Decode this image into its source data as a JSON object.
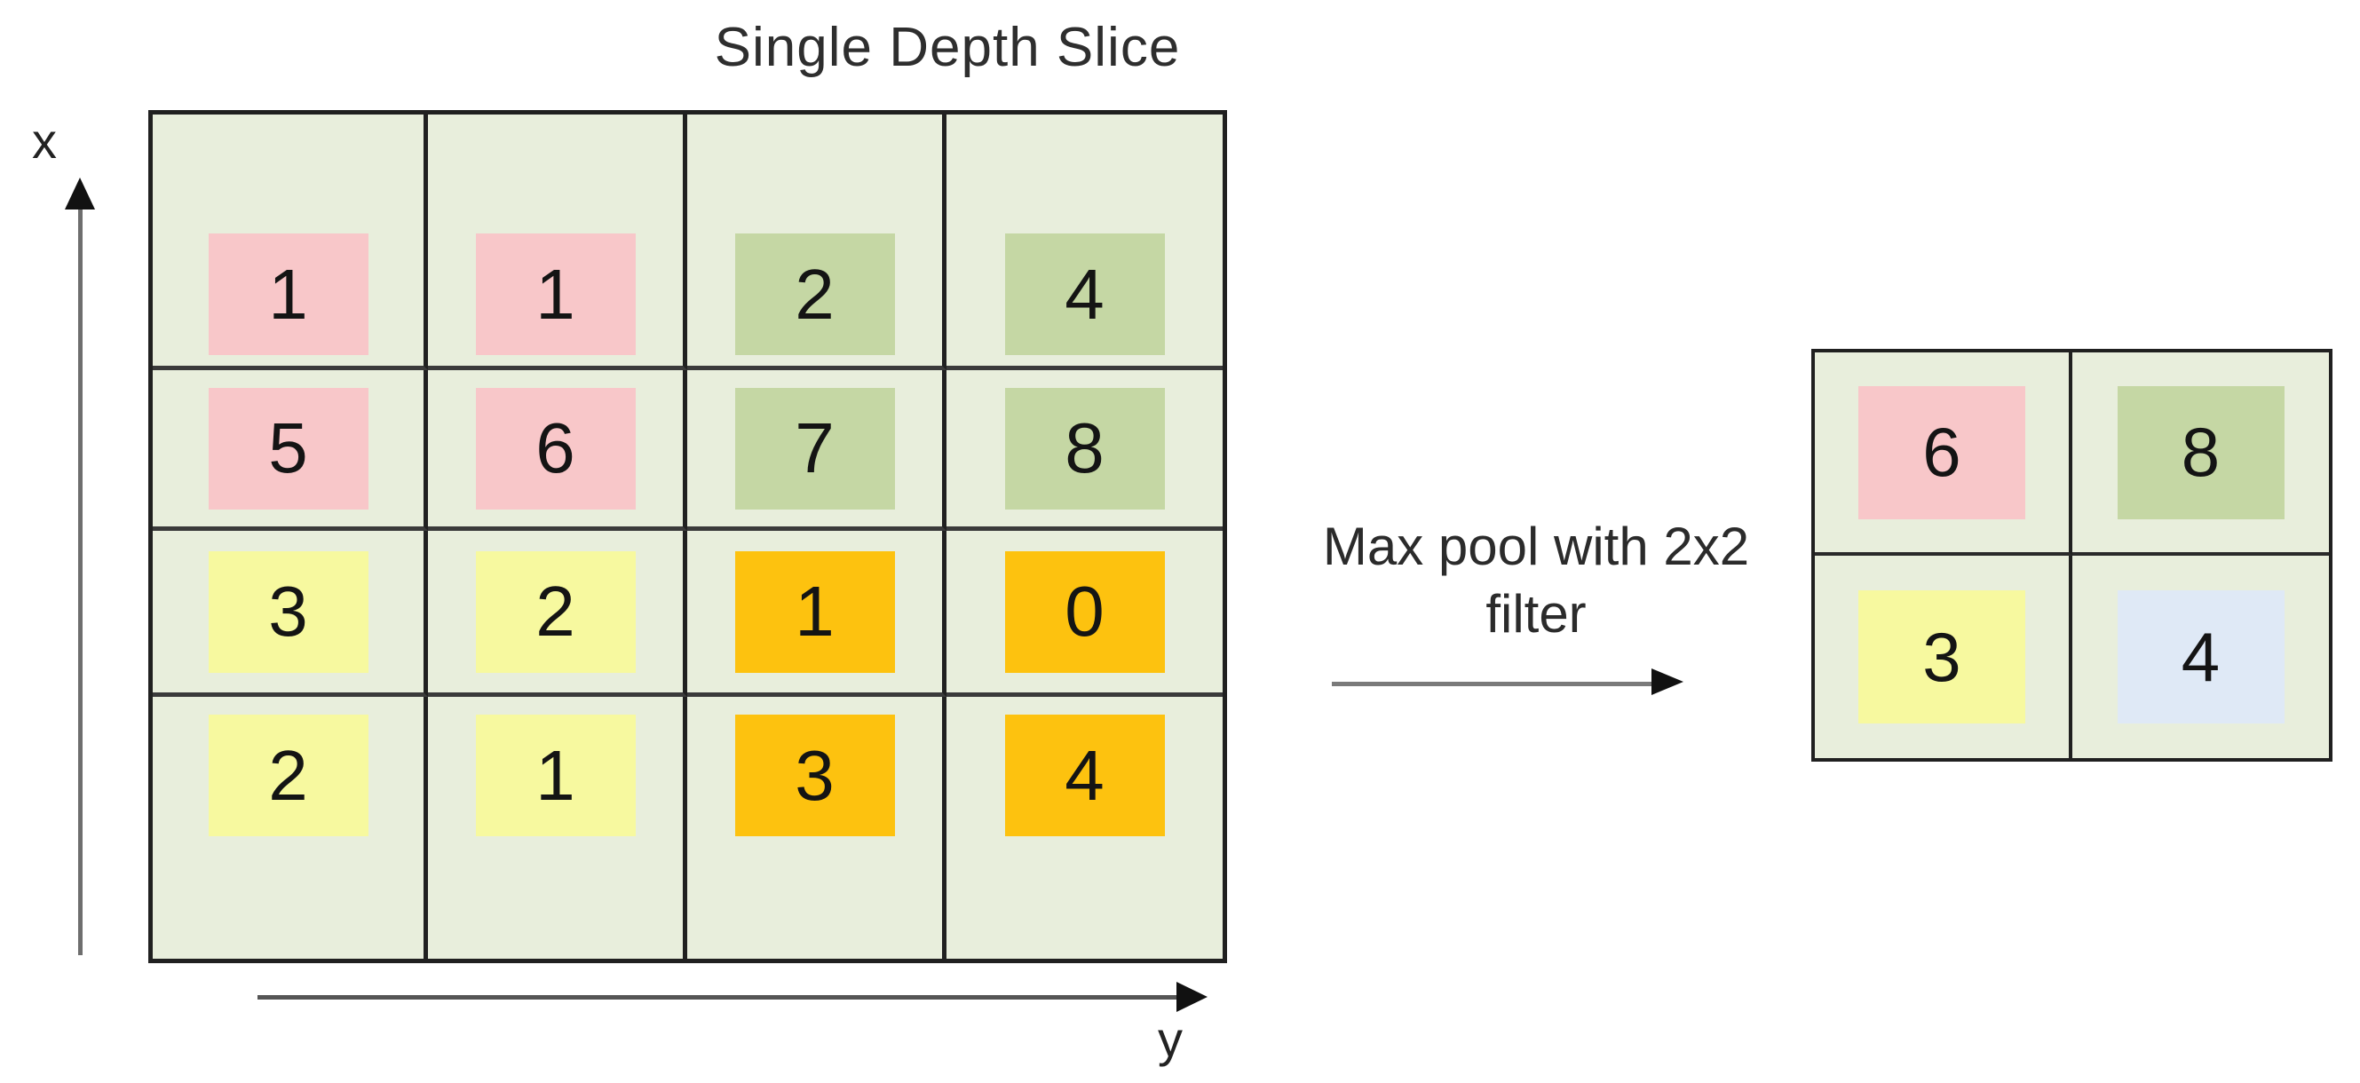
{
  "title": "Single Depth Slice",
  "axes": {
    "x_label": "x",
    "y_label": "y"
  },
  "operation": {
    "label_line1": "Max pool with 2x2",
    "label_line2": "filter"
  },
  "colors": {
    "pink": "#f8c7c9",
    "green": "#c5d7a4",
    "yellow": "#f7f99f",
    "orange": "#fdc20f",
    "blue": "#dfe9f6",
    "cell_bg": "#e8eedc",
    "grid_line": "#202020",
    "digit": "#141414"
  },
  "main_grid": {
    "rows": [
      [
        "1",
        "1",
        "2",
        "4"
      ],
      [
        "5",
        "6",
        "7",
        "8"
      ],
      [
        "3",
        "2",
        "1",
        "0"
      ],
      [
        "2",
        "1",
        "3",
        "4"
      ]
    ],
    "cell_colors": [
      [
        "pink",
        "pink",
        "green",
        "green"
      ],
      [
        "pink",
        "pink",
        "green",
        "green"
      ],
      [
        "yellow",
        "yellow",
        "orange",
        "orange"
      ],
      [
        "yellow",
        "yellow",
        "orange",
        "orange"
      ]
    ]
  },
  "result_grid": {
    "rows": [
      [
        "6",
        "8"
      ],
      [
        "3",
        "4"
      ]
    ],
    "cell_colors": [
      [
        "pink",
        "green"
      ],
      [
        "yellow",
        "blue"
      ]
    ]
  }
}
